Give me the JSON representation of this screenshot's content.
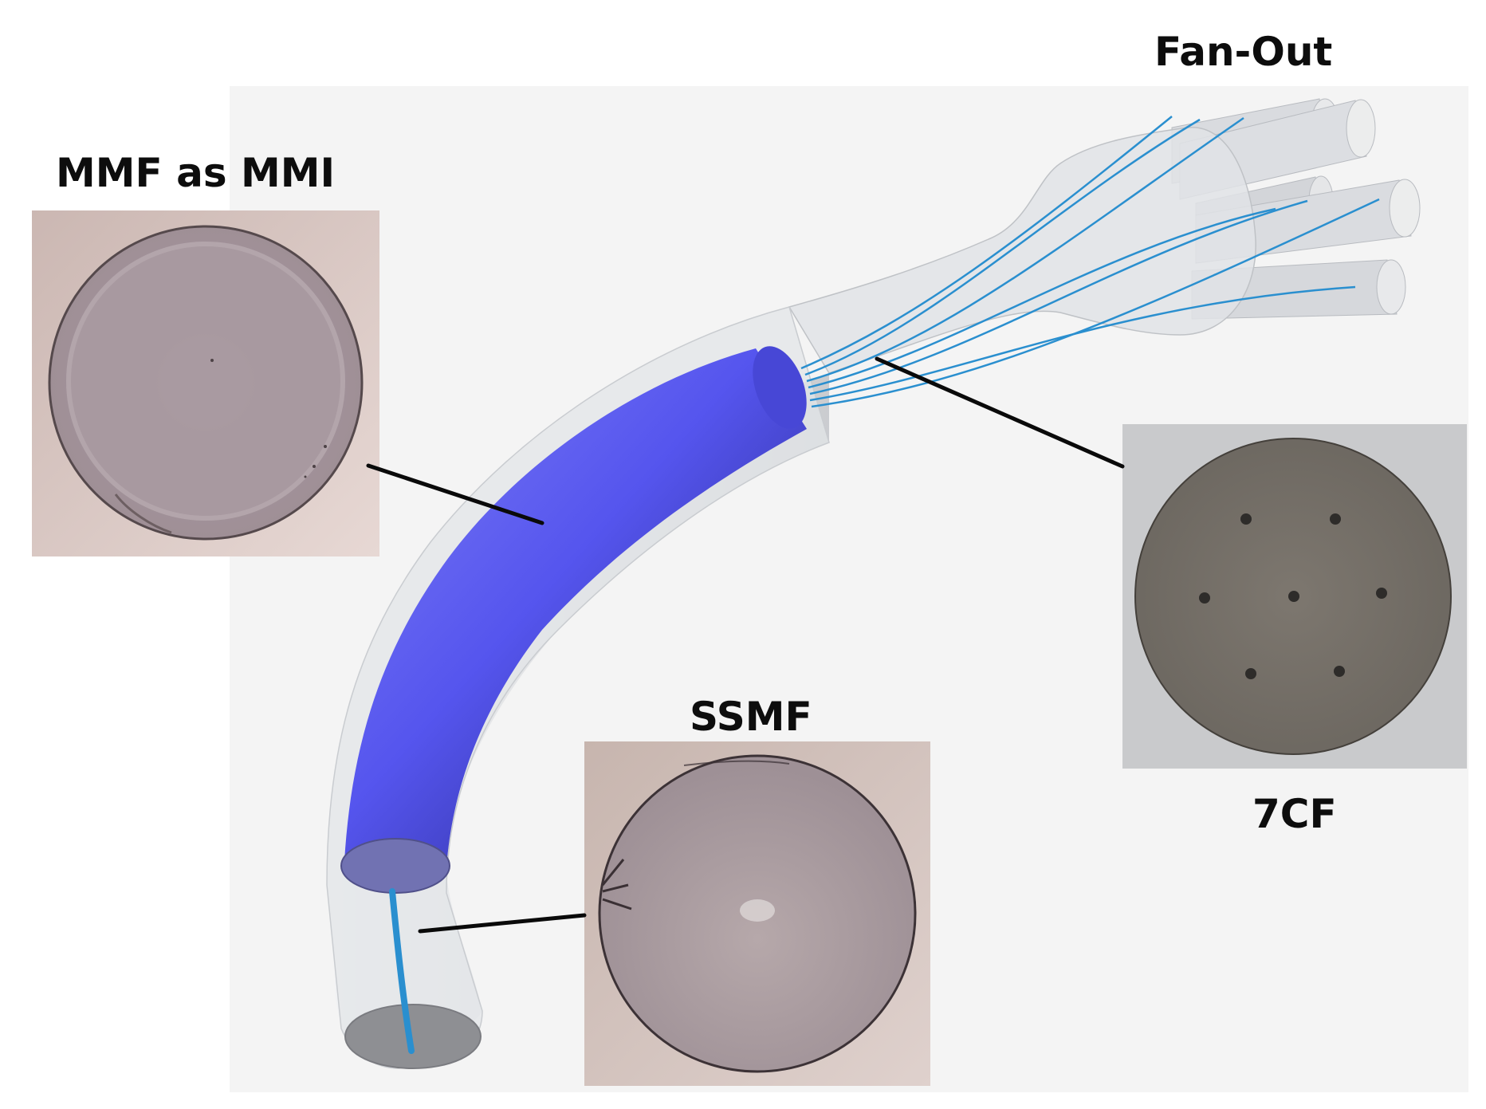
{
  "labels": {
    "fan_out": "Fan-Out",
    "mmf": "MMF as MMI",
    "ssmf": "SSMF",
    "seven_cf": "7CF"
  },
  "colors": {
    "background_panel": "#f4f4f4",
    "cladding": "#d4d6da",
    "mmf_section": "#5b5bf0",
    "core": "#2a8fcf",
    "leader_line": "#0a0a0a",
    "micrograph_pink": "#d8c7c3",
    "micrograph_gray": "#c7c8ca"
  },
  "micrographs": {
    "mmf": "mmf-endface",
    "ssmf": "ssmf-endface",
    "seven_cf": "7cf-endface"
  }
}
